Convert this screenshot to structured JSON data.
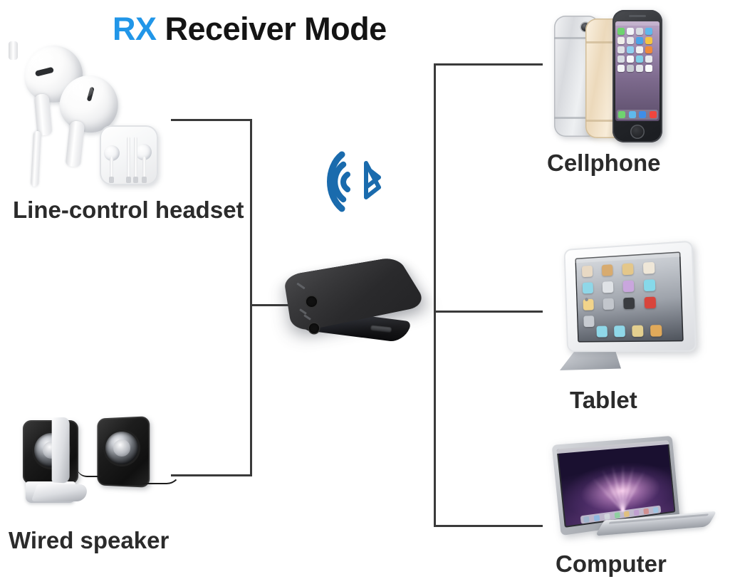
{
  "diagram": {
    "title": {
      "highlight": "RX",
      "rest": " Receiver Mode"
    },
    "background_color": "#ffffff",
    "accent_color": "#2196E8",
    "line_color": "#3a3a3a",
    "bluetooth_color": "#1a6bad",
    "center_device": {
      "name": "bluetooth-receiver",
      "label": "",
      "color": "#1a1a1c"
    },
    "wireless_icon": {
      "name": "wireless-signal-icon",
      "arcs": 3,
      "color": "#1a6bad"
    },
    "bluetooth_icon": {
      "name": "bluetooth-icon",
      "glyph": "Bluetooth rune",
      "color": "#1a6bad"
    },
    "inputs": [
      {
        "id": "headset",
        "label": "Line-control headset",
        "icon": "earphones-icon"
      },
      {
        "id": "speaker",
        "label": "Wired speaker",
        "icon": "desktop-speakers-icon"
      }
    ],
    "outputs": [
      {
        "id": "cellphone",
        "label": "Cellphone",
        "icon": "smartphone-icon"
      },
      {
        "id": "tablet",
        "label": "Tablet",
        "icon": "tablet-icon"
      },
      {
        "id": "computer",
        "label": "Computer",
        "icon": "laptop-icon"
      }
    ],
    "phone_screen": {
      "icon_colors": [
        "#6fd36f",
        "#f2f4f7",
        "#d9dde2",
        "#5fb9ec",
        "#f0efea",
        "#e8e9ec",
        "#4aa3e8",
        "#f5c542",
        "#e0e2e6",
        "#8fd0f0",
        "#f2f2f2",
        "#ef8a3c",
        "#d7dce2",
        "#f7f8fa",
        "#7fcfe8",
        "#e9ebee",
        "#f3f4f6",
        "#c8ccd2",
        "#e4e6ea",
        "#fafbfc"
      ],
      "dock_colors": [
        "#6fd36f",
        "#5fb9ec",
        "#3f8ee8",
        "#f0453d"
      ]
    },
    "tablet_screen": {
      "icon_colors": [
        "#e8d9c4",
        "#d8ab6f",
        "#e4c78a",
        "#efe7d8",
        "#8fd7e8",
        "#dfe2e6",
        "#c9a6dd",
        "#86d9ea",
        "#f2d48a",
        "#c2c6cc",
        "#3a3c40",
        "#d8453c",
        "#c7cbd1"
      ],
      "dock_colors": [
        "#8fd7e8",
        "#8fd7e8",
        "#e3cf8f",
        "#e0a95a"
      ]
    },
    "computer_screen": {
      "wallpaper": "purple-nebula",
      "dock_colors": [
        "#9fb4cc",
        "#8fb8e0",
        "#d2d6dc",
        "#8fcfa0",
        "#e0c080",
        "#c09fd0",
        "#d09090",
        "#9fc4e0"
      ]
    }
  }
}
